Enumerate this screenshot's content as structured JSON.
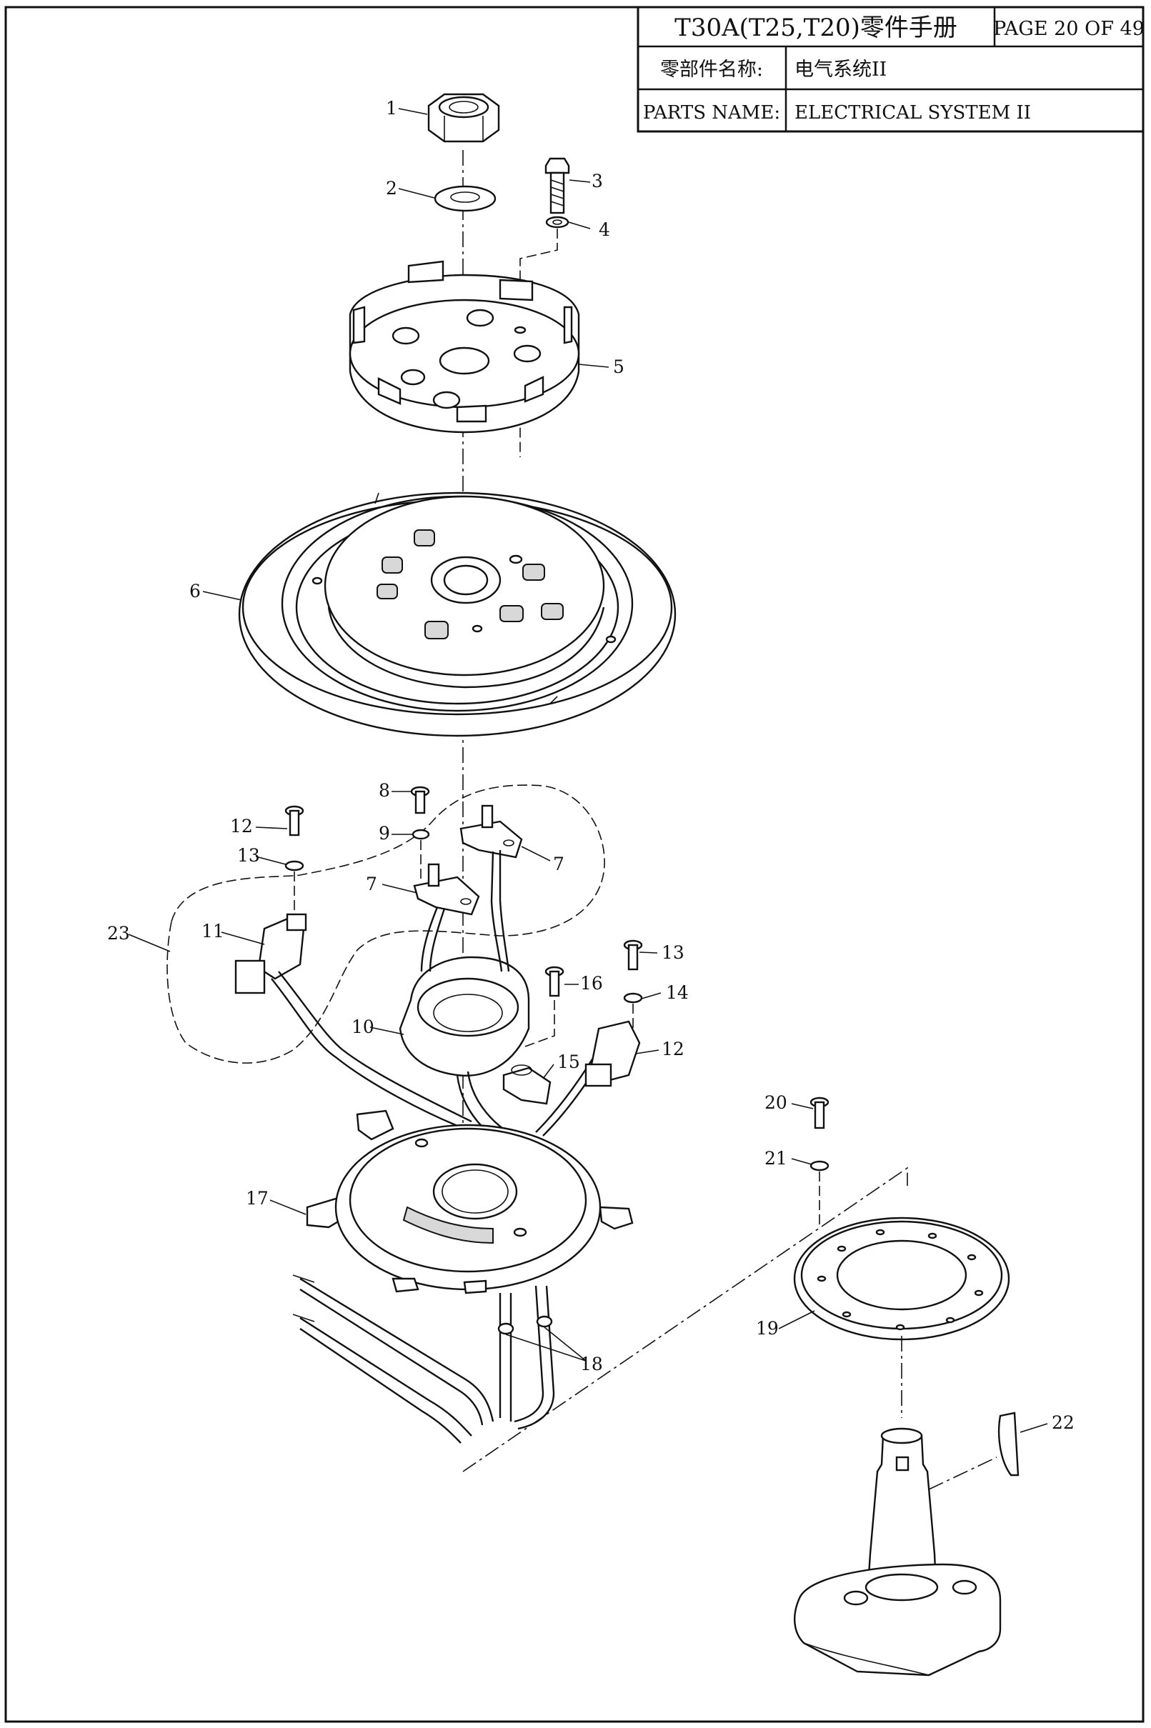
{
  "title_block": {
    "manual_title": "T30A(T25,T20)零件手册",
    "page": "PAGE 20 OF 49",
    "name_label_cn": "零部件名称:",
    "name_value_cn": "电气系统II",
    "name_label_en": "PARTS NAME:",
    "name_value_en": "ELECTRICAL SYSTEM II"
  },
  "callouts": {
    "p1": "1",
    "p2": "2",
    "p3": "3",
    "p4": "4",
    "p5": "5",
    "p6": "6",
    "p7a": "7",
    "p7b": "7",
    "p8": "8",
    "p9": "9",
    "p10": "10",
    "p11": "11",
    "p12a": "12",
    "p12b": "12",
    "p13a": "13",
    "p13b": "13",
    "p14": "14",
    "p15": "15",
    "p16": "16",
    "p17": "17",
    "p18": "18",
    "p19": "19",
    "p20": "20",
    "p21": "21",
    "p22": "22",
    "p23": "23"
  }
}
